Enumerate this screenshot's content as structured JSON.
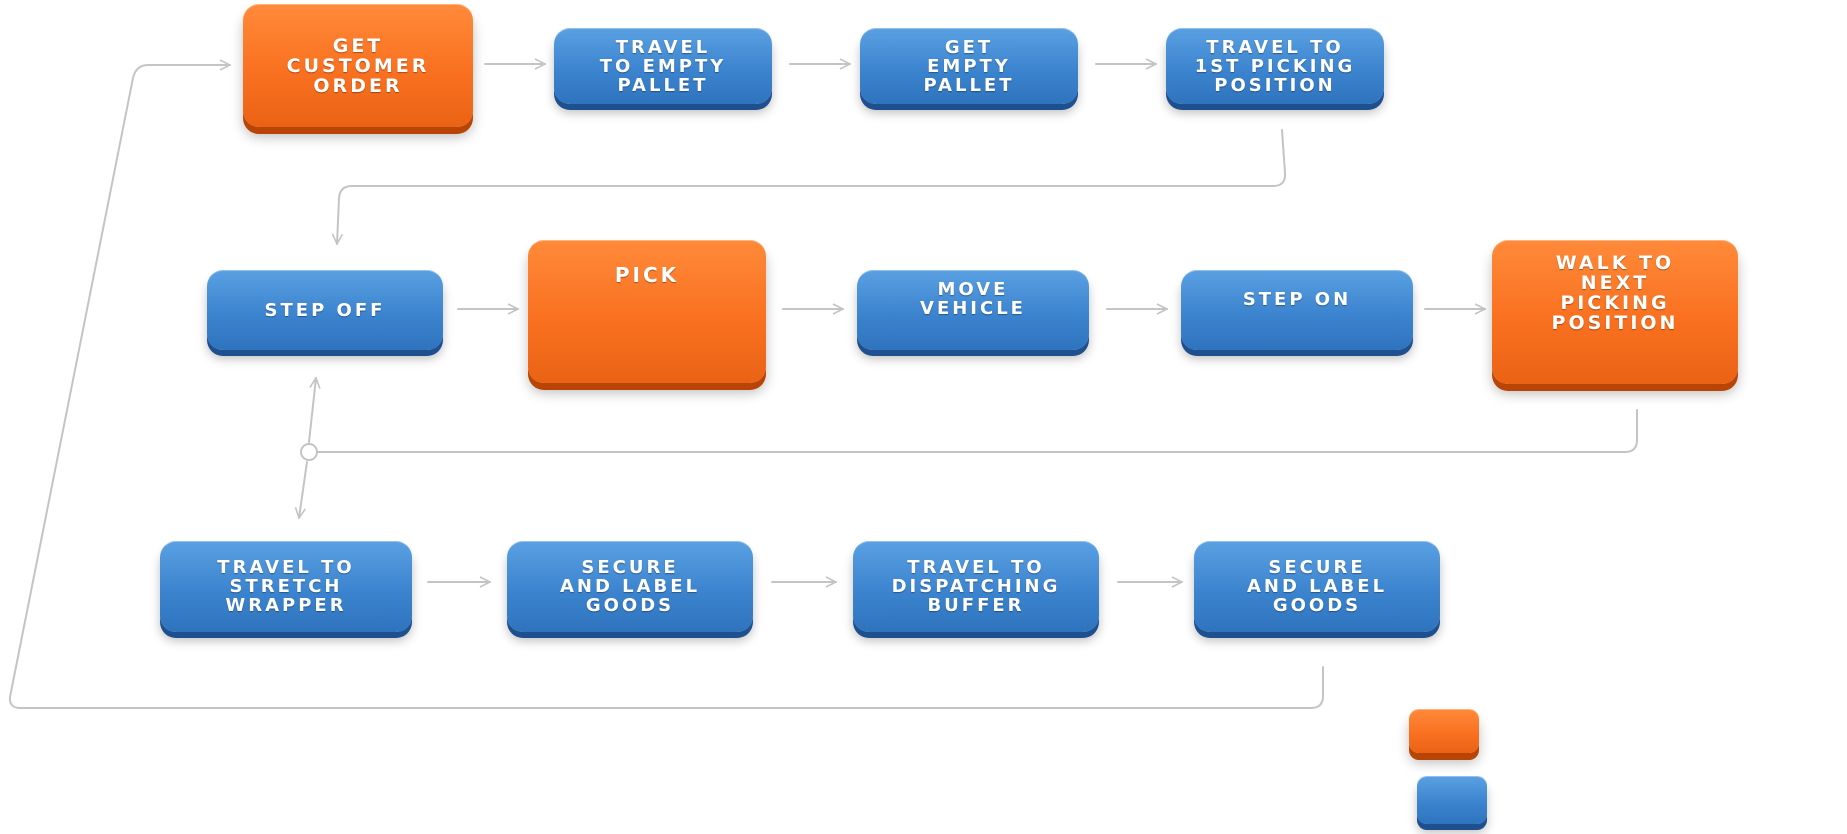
{
  "diagram": {
    "colors": {
      "primary_step": "#f97120",
      "secondary_step": "#3c84cf",
      "connector": "#c4c4c4"
    },
    "row1": {
      "get_customer_order": "GET\nCUSTOMER\nORDER",
      "travel_to_empty_pallet": "TRAVEL\nTO EMPTY\nPALLET",
      "get_empty_pallet": "GET\nEMPTY\nPALLET",
      "travel_to_1st_picking_position": "TRAVEL TO\n1ST PICKING\nPOSITION"
    },
    "row2": {
      "step_off": "STEP OFF",
      "pick": "PICK",
      "move_vehicle": "MOVE\nVEHICLE",
      "step_on": "STEP ON",
      "walk_to_next_picking_position": "WALK TO\nNEXT\nPICKING\nPOSITION"
    },
    "row3": {
      "travel_to_stretch_wrapper": "TRAVEL TO\nSTRETCH\nWRAPPER",
      "secure_and_label_goods_1": "SECURE\nAND LABEL\nGOODS",
      "travel_to_dispatching_buffer": "TRAVEL TO\nDISPATCHING\nBUFFER",
      "secure_and_label_goods_2": "SECURE\nAND LABEL\nGOODS"
    }
  }
}
